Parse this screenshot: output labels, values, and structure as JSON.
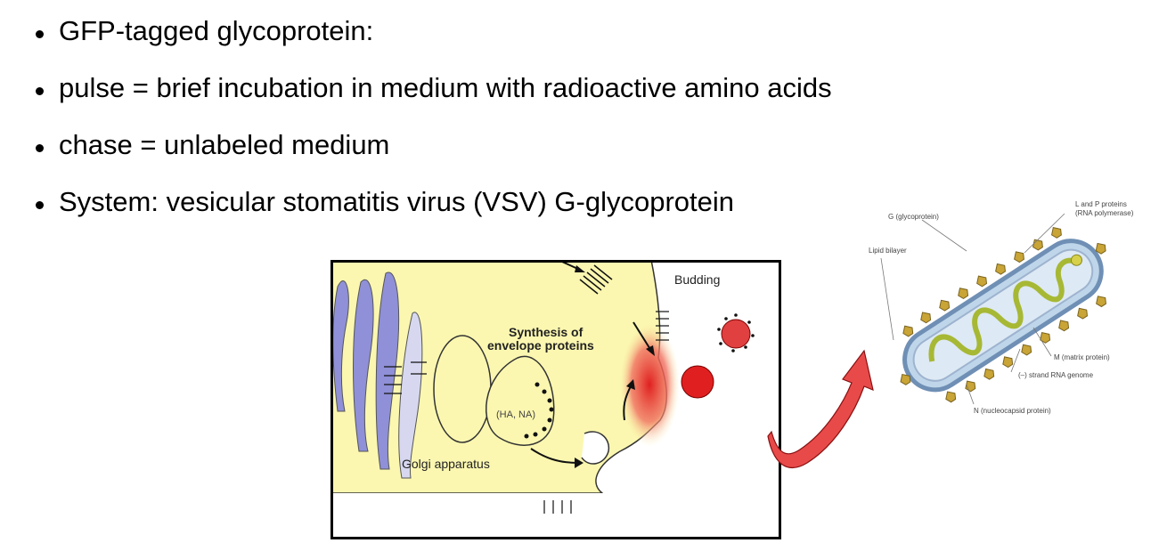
{
  "bullets": [
    "GFP-tagged glycoprotein:",
    "pulse = brief incubation in medium with radioactive amino acids",
    "chase = unlabeled medium",
    "System: vesicular stomatitis virus (VSV)   G-glycoprotein"
  ],
  "cell_diagram": {
    "budding": "Budding",
    "synthesis_line1": "Synthesis of",
    "synthesis_line2": "envelope proteins",
    "ha_na": "(HA, NA)",
    "golgi": "Golgi apparatus"
  },
  "virion_diagram": {
    "g_glycoprotein": "G (glycoprotein)",
    "l_and_p_line1": "L and P proteins",
    "l_and_p_line2": "(RNA polymerase)",
    "lipid_bilayer": "Lipid bilayer",
    "matrix": "M (matrix protein)",
    "genome": "(–) strand RNA genome",
    "nucleocapsid": "N (nucleocapsid protein)"
  },
  "colors": {
    "cytoplasm": "#fbf7b0",
    "golgi": "#8f90d8",
    "budding_red": "#e02020",
    "arrow_red": "#e84a4a",
    "spike_gold": "#c9a436",
    "membrane_blue": "#8aa4c8",
    "nucleocapsid_green": "#a7b834"
  }
}
